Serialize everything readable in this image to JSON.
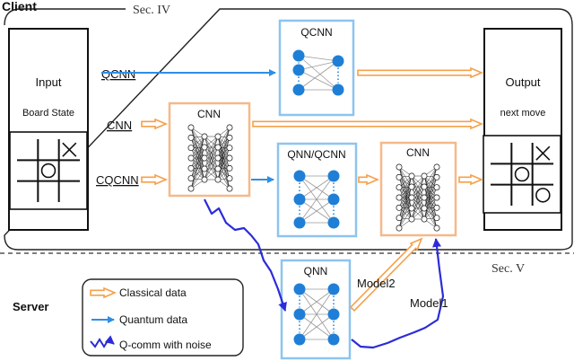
{
  "client": {
    "label": "Client",
    "section": "Sec. IV"
  },
  "server": {
    "label": "Server",
    "section": "Sec. V"
  },
  "input": {
    "title": "Input",
    "subtitle": "Board State"
  },
  "output": {
    "title": "Output",
    "subtitle": "next move"
  },
  "pipelines": {
    "qcnn": "QCNN",
    "cnn": "CNN",
    "cqcnn": "CQCNN"
  },
  "blocks": {
    "qcnn": "QCNN",
    "cnn_left": "CNN",
    "qnn_qcnn": "QNN/QCNN",
    "cnn_right": "CNN",
    "qnn_server": "QNN"
  },
  "models": {
    "model1": "Model1",
    "model2": "Model2"
  },
  "legend": {
    "classical": "Classical data",
    "quantum": "Quantum data",
    "qcomm": "Q-comm with noise"
  },
  "board_input": [
    "",
    "",
    "X",
    "",
    "O",
    "",
    "",
    "",
    ""
  ],
  "board_output": [
    "",
    "",
    "X",
    "",
    "O",
    "",
    "",
    "",
    "O"
  ],
  "colors": {
    "quantum_blue": "#2e8ee6",
    "classical_orange": "#f5a04a",
    "qcomm_blue": "#2b2bd9",
    "node_blue": "#1f7fd6",
    "box_quantum_border": "#8ec4ee",
    "box_classical_border": "#f5b98a"
  }
}
